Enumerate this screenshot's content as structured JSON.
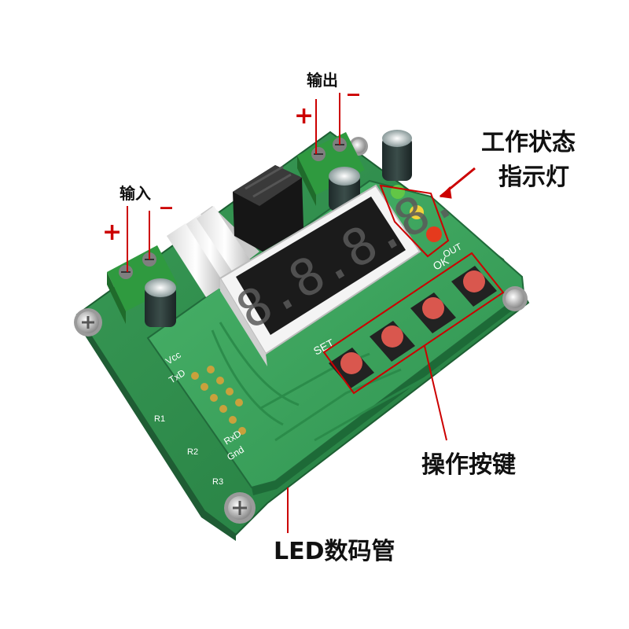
{
  "annotations": {
    "output_label": "输出",
    "input_label": "输入",
    "status_label_line1": "工作状态",
    "status_label_line2": "指示灯",
    "keys_label": "操作按键",
    "display_label": "LED数码管",
    "plus": "+",
    "minus": "_"
  },
  "silkscreen": {
    "set": "SET",
    "ok": "OK",
    "out": "OUT",
    "vcc": "Vcc",
    "txd": "TxD",
    "rxd": "RxD",
    "gnd": "Gnd",
    "r1": "R1",
    "r2": "R2",
    "r3": "R3"
  },
  "display": {
    "digits": "8.8.8.8."
  },
  "colors": {
    "board_back": "#2e8a4c",
    "board_front": "#38a35a",
    "terminal": "#2f9a3f",
    "button_cap": "#d9574e",
    "annotation_line": "#cc0000",
    "led_red": "#e53a1d",
    "led_yellow": "#f3d33a",
    "led_green": "#62c646"
  }
}
